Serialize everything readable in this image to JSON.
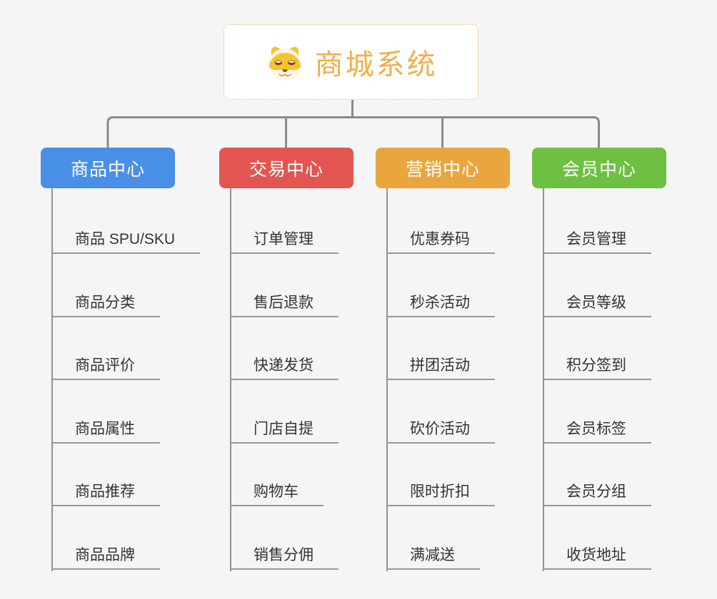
{
  "root": {
    "title": "商城系统",
    "icon": "dog-face-icon"
  },
  "branches": [
    {
      "label": "商品中心",
      "color": "#4a8fe6",
      "items": [
        "商品 SPU/SKU",
        "商品分类",
        "商品评价",
        "商品属性",
        "商品推荐",
        "商品品牌"
      ]
    },
    {
      "label": "交易中心",
      "color": "#e25551",
      "items": [
        "订单管理",
        "售后退款",
        "快递发货",
        "门店自提",
        "购物车",
        "销售分佣"
      ]
    },
    {
      "label": "营销中心",
      "color": "#eaa63e",
      "items": [
        "优惠券码",
        "秒杀活动",
        "拼团活动",
        "砍价活动",
        "限时折扣",
        "满减送"
      ]
    },
    {
      "label": "会员中心",
      "color": "#6dc042",
      "items": [
        "会员管理",
        "会员等级",
        "积分签到",
        "会员标签",
        "会员分组",
        "收货地址"
      ]
    }
  ],
  "colors": {
    "root_accent": "#f2ae4d",
    "root_border": "#f2b156",
    "connector": "#8a8a8a",
    "leaf_text": "#333333",
    "background": "#f5f5f6"
  }
}
